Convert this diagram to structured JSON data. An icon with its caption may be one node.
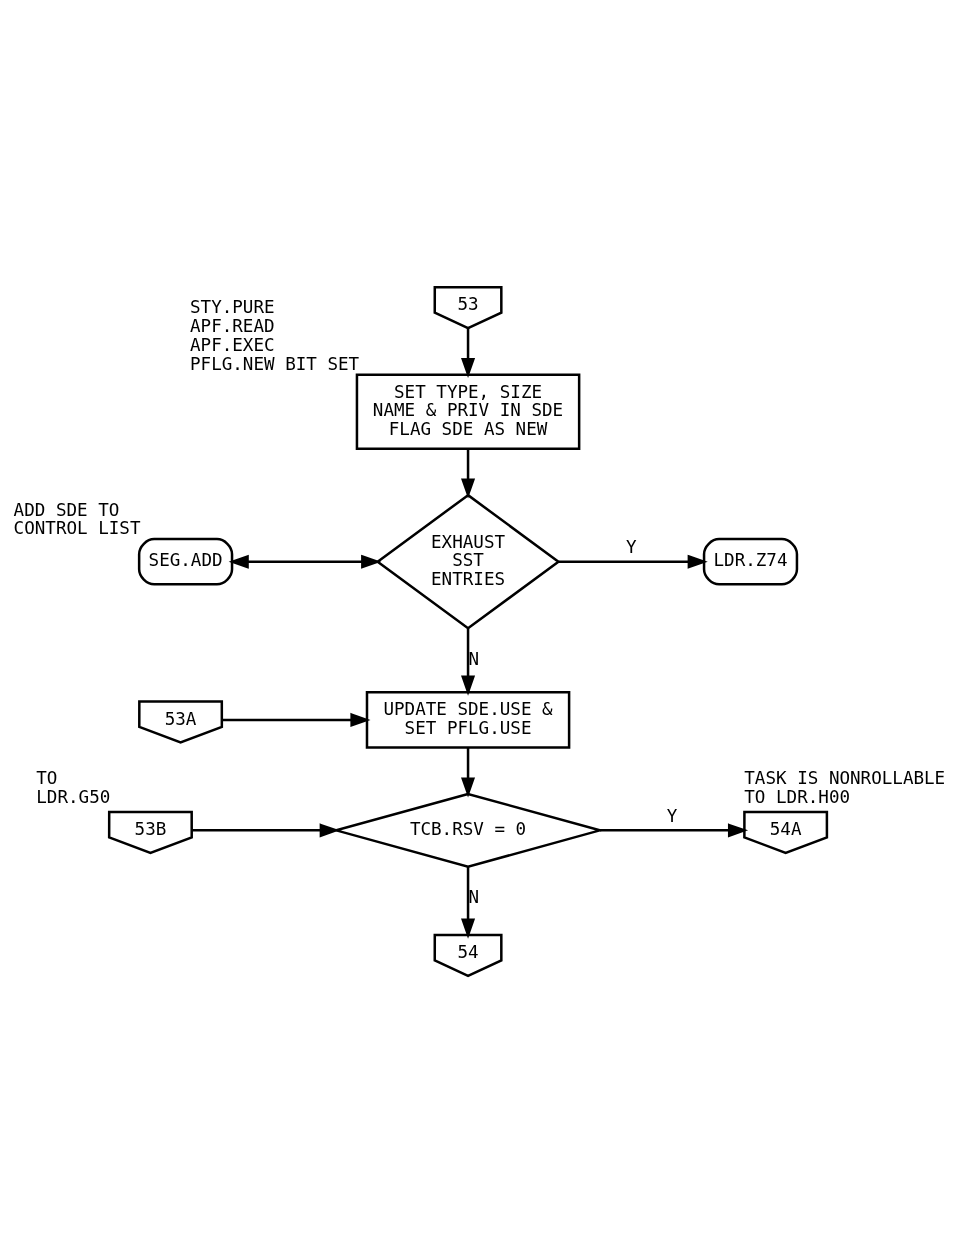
{
  "diagram": {
    "nodes": [
      {
        "text": [
          "53"
        ]
      },
      {
        "text": [
          "SET TYPE, SIZE NAME & PRIV IN SDE FLAG SDE AS NEW"
        ],
        "beside": [
          "STY.PURE",
          "APF.READ",
          "APF.EXEC",
          "PFLG.NEW BIT SET"
        ]
      },
      {
        "text": [
          "SEG.ADD"
        ],
        "beside": [
          "ADD SDE TO CONTROL LIST"
        ]
      },
      {
        "text": [
          "EXHAUST SST ENTRIES"
        ]
      },
      {
        "text": [
          "LDR.Z74"
        ]
      },
      {
        "text": [
          "53A"
        ]
      },
      {
        "text": [
          "UPDATE SDE.USE & SET PFLG.USE"
        ]
      },
      {
        "text": [
          "53B"
        ],
        "beside": [
          "TO LDR.G50"
        ]
      },
      {
        "text": [
          "TCB.RSV = 0"
        ]
      },
      {
        "text": [
          "54A"
        ],
        "beside": [
          "TASK IS NONROLLABLE TO LDR.H00"
        ]
      },
      {
        "text": [
          "54"
        ]
      }
    ],
    "edges": [
      {
        "from": 0,
        "to": 1,
        "arrow": "to"
      },
      {
        "from": 1,
        "to": 3,
        "arrow": "to"
      },
      {
        "from": 2,
        "to": 3,
        "arrow": "both"
      },
      {
        "from": 3,
        "to": 4,
        "arrow": "to",
        "label": "Y"
      },
      {
        "from": 3,
        "to": 6,
        "arrow": "to",
        "label": "N"
      },
      {
        "from": 5,
        "to": 6,
        "arrow": "to"
      },
      {
        "from": 6,
        "to": 8,
        "arrow": "to"
      },
      {
        "from": 7,
        "to": 8,
        "arrow": "to"
      },
      {
        "from": 8,
        "to": 9,
        "arrow": "to",
        "label": "Y"
      },
      {
        "from": 8,
        "to": 10,
        "arrow": "to",
        "label": "N"
      }
    ]
  }
}
